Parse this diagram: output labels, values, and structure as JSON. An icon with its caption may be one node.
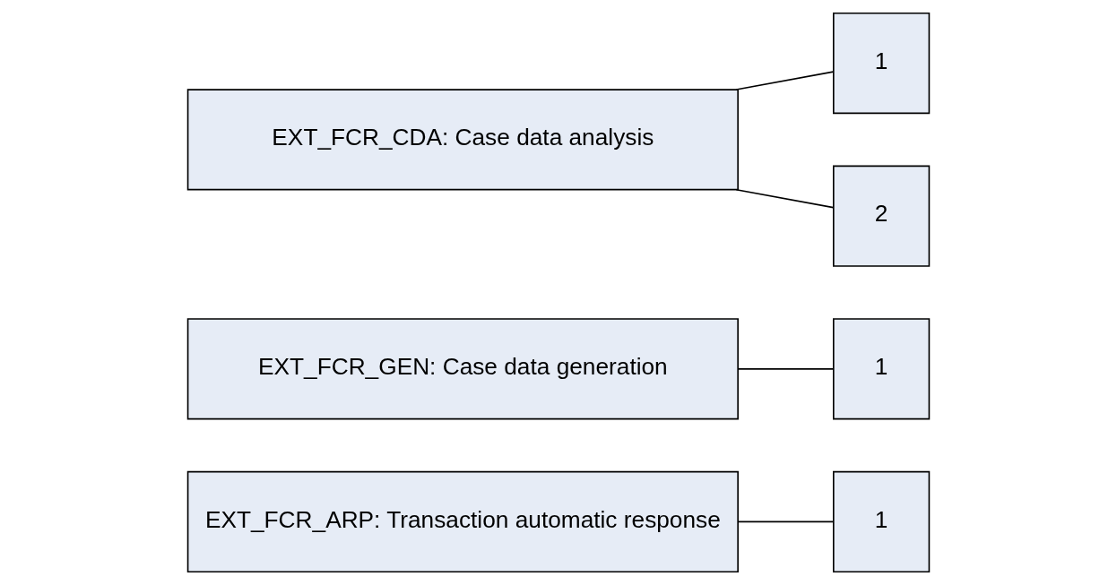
{
  "diagram": {
    "nodes": [
      {
        "text": [
          "EXT_FCR_ARP: Transaction automatic response"
        ]
      },
      {
        "text": [
          "1"
        ]
      },
      {
        "text": [
          "EXT_FCR_GEN: Case data generation"
        ]
      },
      {
        "text": [
          "1"
        ]
      },
      {
        "text": [
          "EXT_FCR_CDA: Case data analysis"
        ]
      },
      {
        "text": [
          "1"
        ]
      },
      {
        "text": [
          "2"
        ]
      }
    ],
    "edges": [
      {
        "from": 0,
        "to": 1,
        "arrow": "none"
      },
      {
        "from": 2,
        "to": 3,
        "arrow": "none"
      },
      {
        "from": 4,
        "to": 5,
        "arrow": "none"
      },
      {
        "from": 4,
        "to": 6,
        "arrow": "none"
      }
    ]
  }
}
